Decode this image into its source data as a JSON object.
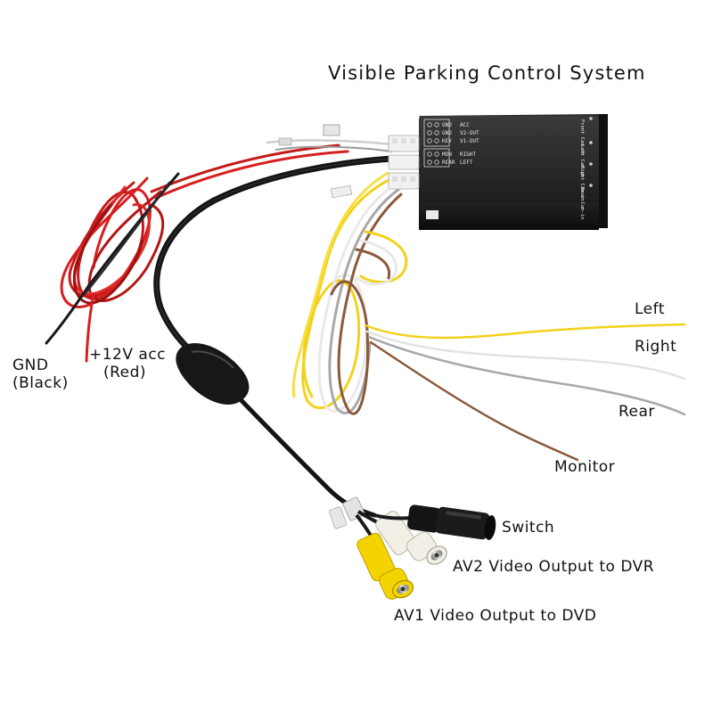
{
  "title": "Visible Parking Control System",
  "module": {
    "panel_left": [
      {
        "pin_a": "GND",
        "pin_b": "ACC"
      },
      {
        "pin_a": "GND",
        "pin_b": "V2-OUT"
      },
      {
        "pin_a": "KEY",
        "pin_b": "V1-OUT"
      },
      {
        "pin_a": "MON",
        "pin_b": "RIGHT"
      },
      {
        "pin_a": "REAR",
        "pin_b": "LEFT"
      }
    ],
    "panel_right": [
      "Front Cam-in",
      "Left Cam-in",
      "Right Cam-in",
      "Rear Cam-in"
    ]
  },
  "labels": {
    "gnd_line1": "GND",
    "gnd_line2": "(Black)",
    "acc_line1": "+12V acc",
    "acc_line2": "(Red)",
    "left": "Left",
    "right": "Right",
    "rear": "Rear",
    "monitor": "Monitor",
    "switch": "Switch",
    "av2": "AV2 Video Output to DVR",
    "av1": "AV1 Video Output to DVD"
  },
  "colors": {
    "wire_red": "#d81f1f",
    "wire_black": "#1a1a1a",
    "wire_yellow": "#f2d21c",
    "wire_white": "#e9e9e9",
    "wire_grey": "#a8a8a8",
    "wire_brown": "#8a5a3c",
    "rca_yellow": "#f3d400",
    "rca_white": "#f2f0e6"
  }
}
